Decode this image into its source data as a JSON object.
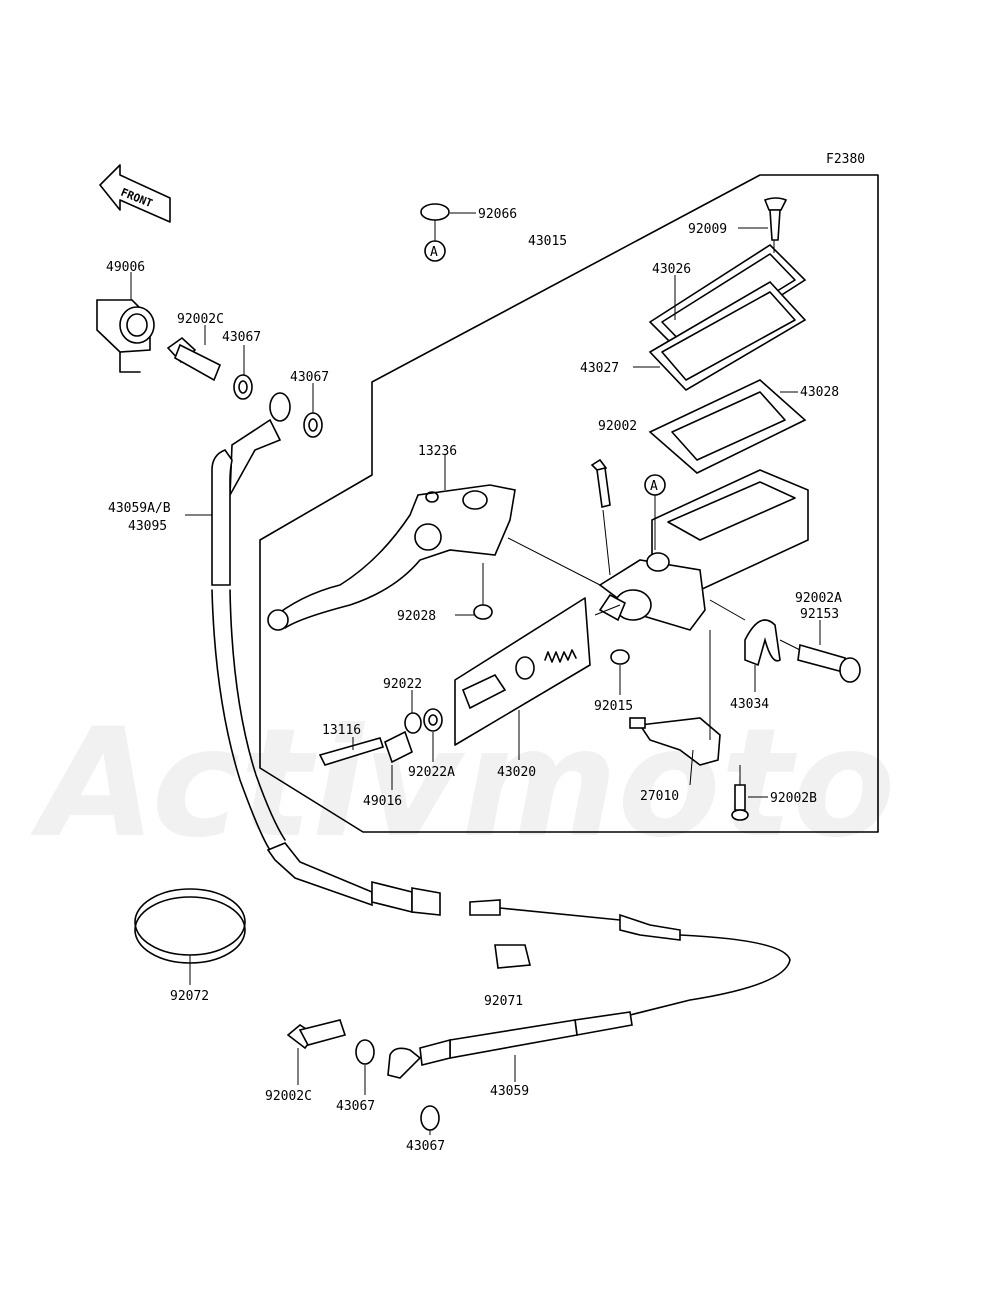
{
  "figure_code": "F2380",
  "front_arrow_label": "FRONT",
  "watermark_text": "Activmoto",
  "callout_ref": "A",
  "parts": {
    "p49006": "49006",
    "p92002C_top": "92002C",
    "p43067_a": "43067",
    "p43067_b": "43067",
    "p43059AB": "43059A/B",
    "p43095": "43095",
    "p92066": "92066",
    "p43015": "43015",
    "p92009": "92009",
    "p43026": "43026",
    "p43027": "43027",
    "p43028": "43028",
    "p92002": "92002",
    "p13236": "13236",
    "p92028": "92028",
    "p92002A": "92002A",
    "p92153": "92153",
    "p92022": "92022",
    "p13116": "13116",
    "p92022A": "92022A",
    "p49016": "49016",
    "p43020": "43020",
    "p92015": "92015",
    "p43034": "43034",
    "p27010": "27010",
    "p92002B": "92002B",
    "p92072": "92072",
    "p92071": "92071",
    "p92002C_bot": "92002C",
    "p43067_c": "43067",
    "p43059": "43059",
    "p43067_d": "43067"
  }
}
